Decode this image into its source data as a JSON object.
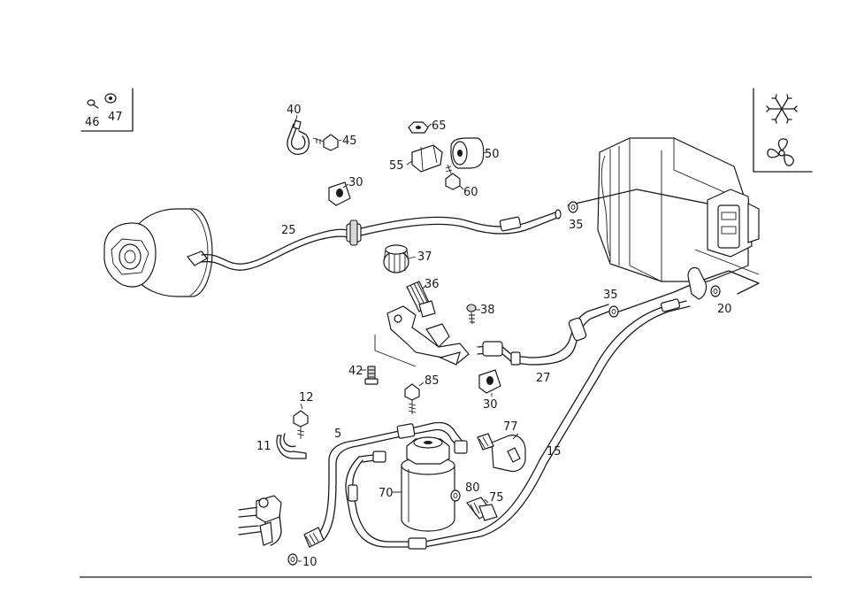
{
  "diagram": {
    "callouts": [
      {
        "id": "p46",
        "label": "46"
      },
      {
        "id": "p47",
        "label": "47"
      },
      {
        "id": "p40",
        "label": "40"
      },
      {
        "id": "p45",
        "label": "45"
      },
      {
        "id": "p65",
        "label": "65"
      },
      {
        "id": "p50",
        "label": "50"
      },
      {
        "id": "p55",
        "label": "55"
      },
      {
        "id": "p60",
        "label": "60"
      },
      {
        "id": "p30a",
        "label": "30"
      },
      {
        "id": "p25",
        "label": "25"
      },
      {
        "id": "p35a",
        "label": "35"
      },
      {
        "id": "p37",
        "label": "37"
      },
      {
        "id": "p36",
        "label": "36"
      },
      {
        "id": "p38",
        "label": "38"
      },
      {
        "id": "p35b",
        "label": "35"
      },
      {
        "id": "p20",
        "label": "20"
      },
      {
        "id": "p42",
        "label": "42"
      },
      {
        "id": "p85",
        "label": "85"
      },
      {
        "id": "p27",
        "label": "27"
      },
      {
        "id": "p30b",
        "label": "30"
      },
      {
        "id": "p12",
        "label": "12"
      },
      {
        "id": "p77",
        "label": "77"
      },
      {
        "id": "p5",
        "label": "5"
      },
      {
        "id": "p11",
        "label": "11"
      },
      {
        "id": "p15",
        "label": "15"
      },
      {
        "id": "p70",
        "label": "70"
      },
      {
        "id": "p80",
        "label": "80"
      },
      {
        "id": "p75",
        "label": "75"
      },
      {
        "id": "p10",
        "label": "10"
      }
    ],
    "legend_icons": [
      "snowflake-icon",
      "fan-icon"
    ]
  }
}
